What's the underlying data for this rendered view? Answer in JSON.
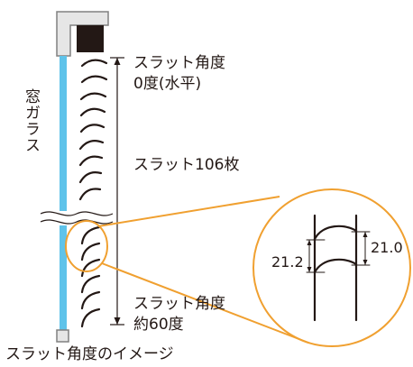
{
  "labels": {
    "window_glass": "窓ガラス",
    "slat_angle_top_line1": "スラット角度",
    "slat_angle_top_line2": "0度(水平)",
    "slat_count": "スラット106枚",
    "slat_angle_bottom_line1": "スラット角度",
    "slat_angle_bottom_line2": "約60度",
    "dim_left": "21.2",
    "dim_right": "21.0",
    "caption": "スラット角度のイメージ"
  },
  "colors": {
    "glass": "#5fc3ea",
    "ink": "#231815",
    "zoom": "#f0a030",
    "frame_fill": "#e6e6e6",
    "frame_stroke": "#808080",
    "headrail": "#231815"
  }
}
